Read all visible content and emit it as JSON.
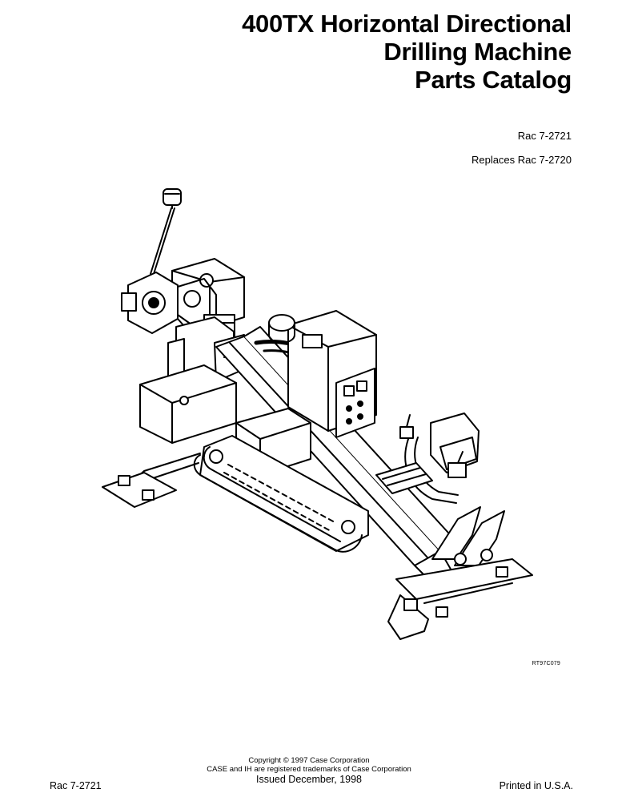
{
  "document": {
    "title_lines": [
      "400TX Horizontal Directional",
      "Drilling Machine",
      "Parts Catalog"
    ],
    "doc_number": "Rac 7-2721",
    "replaces": "Replaces Rac 7-2720",
    "figure_code": "RT97C079"
  },
  "footer": {
    "copyright": "Copyright © 1997 Case Corporation",
    "trademark": "CASE and IH are registered trademarks of Case Corporation",
    "issued": "Issued December, 1998",
    "doc_number": "Rac 7-2721",
    "printed": "Printed in U.S.A."
  },
  "illustration": {
    "subject": "machine-line-drawing"
  }
}
